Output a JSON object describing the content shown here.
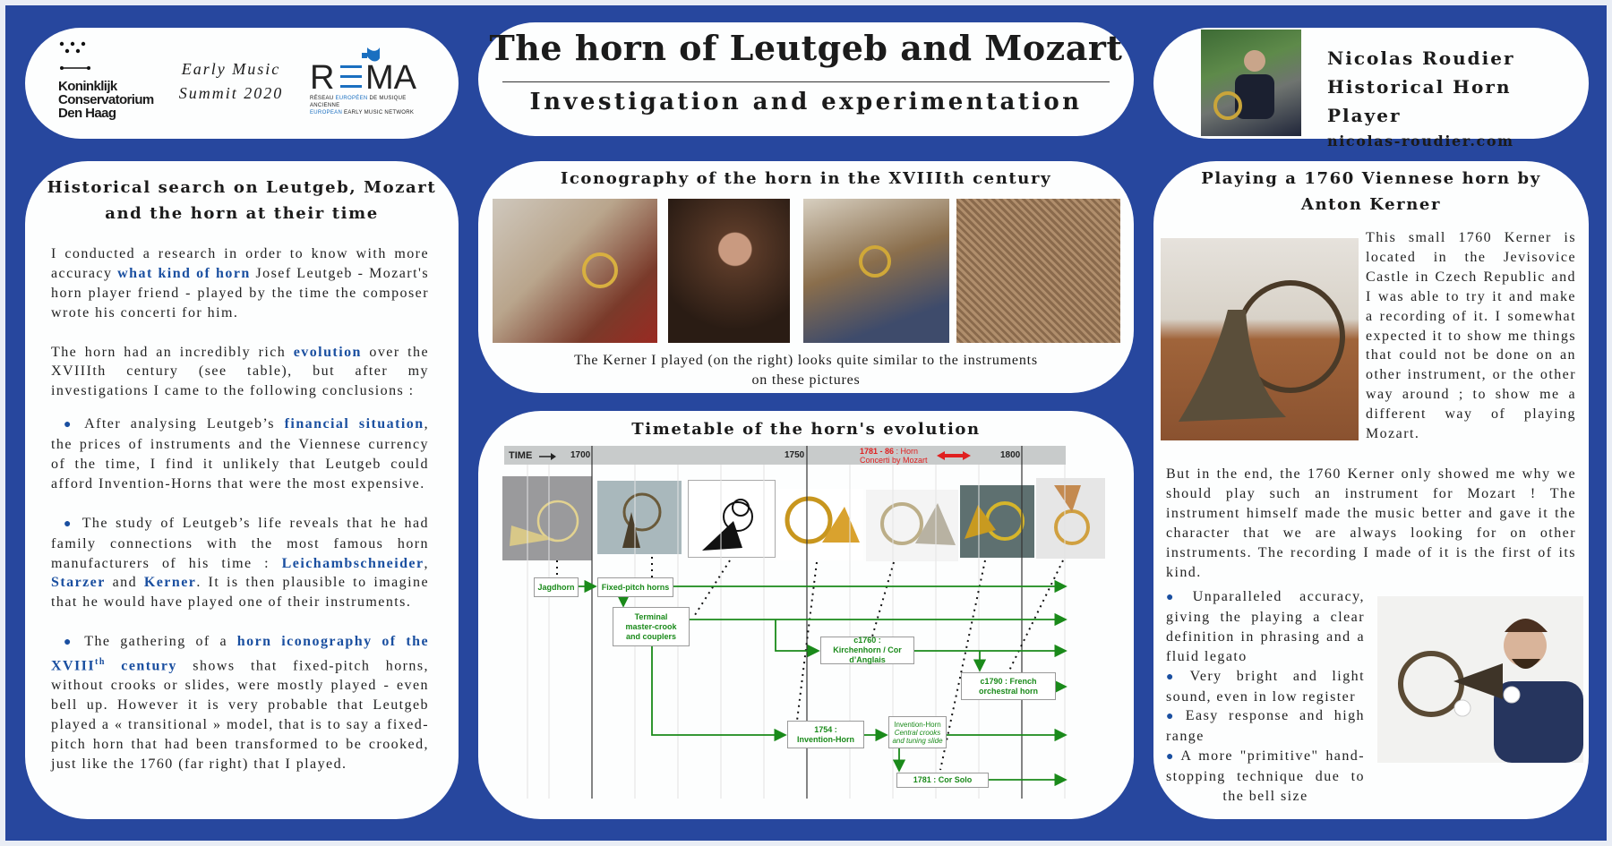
{
  "header": {
    "logo_kc": [
      "Koninklijk",
      "Conservatorium",
      "Den Haag"
    ],
    "event": [
      "Early Music",
      "Summit 2020"
    ],
    "logo_rema": {
      "name": "REMA",
      "line1_a": "RÉSEAU ",
      "line1_b": "EUROPÉEN",
      "line1_c": " DE MUSIQUE ANCIENNE",
      "line2_a": "EUROPEAN",
      "line2_b": " EARLY MUSIC NETWORK"
    },
    "title": "The horn of Leutgeb and Mozart",
    "subtitle": "Investigation and experimentation",
    "author": "Nicolas Roudier",
    "role": "Historical Horn Player",
    "website": "nicolas-roudier.com"
  },
  "left": {
    "heading": [
      "Historical search on Leutgeb, Mozart",
      "and the horn at their time"
    ],
    "p1": [
      "I conducted a research in order to know with more accuracy ",
      "what kind of horn",
      " Josef Leutgeb - Mozart's horn player friend - played by the time the composer wrote his concerti for him."
    ],
    "p2": [
      "The horn had an incredibly rich ",
      "evolution",
      " over the XVIIIth century (see table), but after my investigations I came to the following conclusions :"
    ],
    "b1": [
      "After analysing Leutgeb’s ",
      "financial situation",
      ", the prices of instruments and the Viennese currency of the time, I find it unlikely that Leutgeb could afford Invention-Horns that were the most expensive."
    ],
    "b2": [
      "The study of Leutgeb’s life reveals that he had family connections with the most famous horn manufacturers of his time : ",
      "Leichambschneider",
      ", ",
      "Starzer",
      " and ",
      "Kerner",
      ". It is then plausible to imagine that he would have played one of their instruments."
    ],
    "b3": [
      "The gathering of a ",
      "horn iconography of the XVIII",
      "th",
      " century",
      " shows that fixed-pitch horns, without crooks or slides, were mostly played - even bell up. However it is very probable that Leutgeb played a « transitional » model, that is to say a fixed-pitch horn that had been transformed to be crooked, just like the 1760 (far right) that I played."
    ]
  },
  "iconography": {
    "heading": "Iconography of the horn in the XVIIIth century",
    "caption": [
      "The Kerner I played (on the right) looks quite similar to the instruments",
      "on these pictures"
    ]
  },
  "timetable": {
    "heading": "Timetable of the horn's evolution",
    "time_label": "TIME",
    "years": [
      "1700",
      "1750",
      "1800"
    ],
    "mozart_years": "1781 - 86",
    "mozart_a": " : Horn",
    "mozart_b": "Concerti by Mozart",
    "boxes": {
      "jagdhorn": "Jagdhorn",
      "fixed": "Fixed-pitch horns",
      "terminal": "Terminal master-crook and couplers",
      "kirchenhorn": "c1760 : Kirchenhorn / Cor d’Anglais",
      "french": "c1790 : French orchestral horn",
      "invention": "1754 : Invention-Horn",
      "inv2_title": "Invention-Horn",
      "inv2_sub": "Central crooks and tuning slide",
      "corsolo": "1781 : Cor Solo"
    }
  },
  "right": {
    "heading": [
      "Playing a 1760 Viennese horn by",
      "Anton Kerner"
    ],
    "p1": "This small 1760 Kerner is located in the Jevisovice Castle in Czech Republic and I was able to try it and make a recording of it. I somewhat expected it to show me things that could not be done on an other instrument, or the other way around ; to show me a different way of playing Mozart.",
    "p2": "But in the end, the 1760 Kerner only showed me why we should play such an instrument for Mozart ! The instrument himself made the music better and gave it the character that we are always looking for on other instruments. The recording I made of it is the first of its kind.",
    "bullets": [
      "Unparalleled accuracy, giving the playing a clear definition in phrasing and a fluid legato",
      "Very bright and light sound, even in low register",
      "Easy response and high range",
      "A more \"primitive\" hand-stopping technique due to the bell size"
    ]
  },
  "colors": {
    "background": "#27479e",
    "highlight": "#1a4fa0",
    "timeline_green": "#1a8a1a",
    "mozart_red": "#e02020"
  }
}
